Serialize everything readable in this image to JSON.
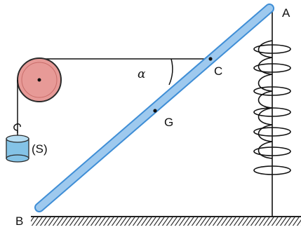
{
  "labels": {
    "point_a": "A",
    "point_b": "B",
    "point_c": "C",
    "point_g": "G",
    "angle": "α",
    "mass": "(S)"
  },
  "colors": {
    "rod_fill": "#9ec9ee",
    "rod_edge": "#3f8ed6",
    "pulley_fill": "#e79a97",
    "pulley_edge": "#2a2a2a",
    "mass_fill": "#84c3e6",
    "ground": "#222222",
    "line": "#111111"
  },
  "icons": {
    "pulley": "pulley-icon",
    "spring": "coil-spring-icon",
    "mass": "hanging-mass-icon",
    "ground": "hatched-ground-icon"
  }
}
